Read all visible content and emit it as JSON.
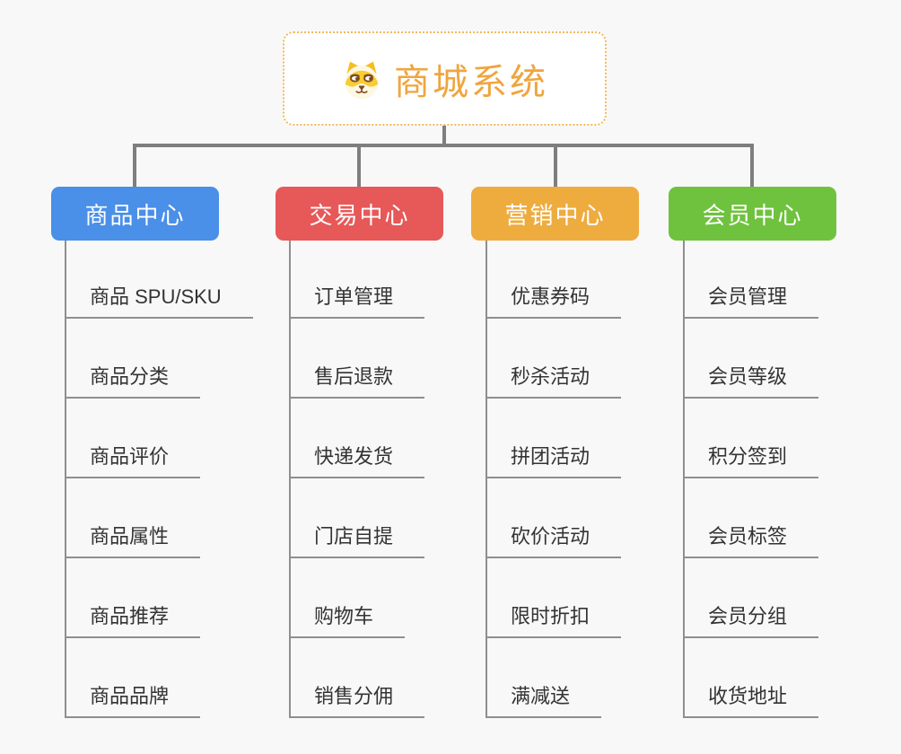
{
  "root": {
    "title": "商城系统",
    "icon": "shiba-dog-icon",
    "title_color": "#efa53e",
    "border_color": "#f2b95f"
  },
  "branches": [
    {
      "label": "商品中心",
      "color": "#4a8fe8",
      "items": [
        "商品 SPU/SKU",
        "商品分类",
        "商品评价",
        "商品属性",
        "商品推荐",
        "商品品牌"
      ]
    },
    {
      "label": "交易中心",
      "color": "#e75858",
      "items": [
        "订单管理",
        "售后退款",
        "快递发货",
        "门店自提",
        "购物车",
        "销售分佣"
      ]
    },
    {
      "label": "营销中心",
      "color": "#eeac3f",
      "items": [
        "优惠券码",
        "秒杀活动",
        "拼团活动",
        "砍价活动",
        "限时折扣",
        "满减送"
      ]
    },
    {
      "label": "会员中心",
      "color": "#6fc23e",
      "items": [
        "会员管理",
        "会员等级",
        "积分签到",
        "会员标签",
        "会员分组",
        "收货地址"
      ]
    }
  ],
  "colors": {
    "background": "#f8f8f8",
    "connector": "#7e7e7e",
    "leaf_line": "#8f8f8f",
    "leaf_text": "#333333"
  }
}
